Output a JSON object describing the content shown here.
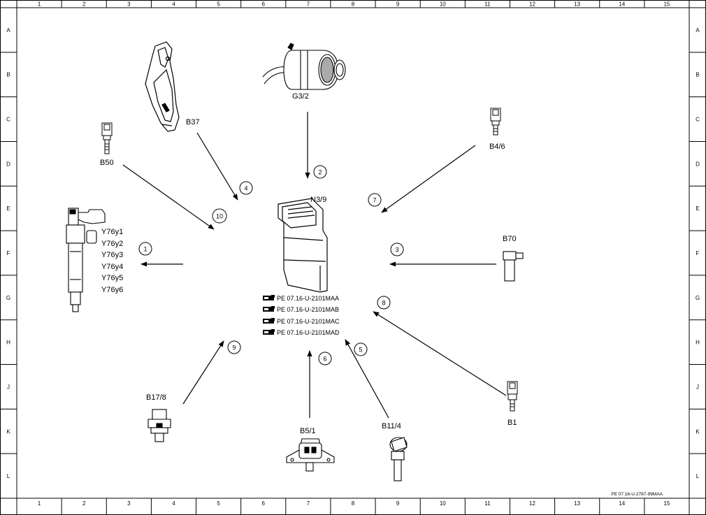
{
  "frame": {
    "columns": [
      "1",
      "2",
      "3",
      "4",
      "5",
      "6",
      "7",
      "8",
      "9",
      "10",
      "11",
      "12",
      "13",
      "14",
      "15"
    ],
    "rows": [
      "A",
      "B",
      "C",
      "D",
      "E",
      "F",
      "G",
      "H",
      "J",
      "K",
      "L"
    ],
    "doc_number": "PE 07.16-U-2767-99MAA"
  },
  "control_unit": {
    "label": "N3/9"
  },
  "references": [
    "PE 07.16-U-2101MAA",
    "PE 07.16-U-2101MAB",
    "PE 07.16-U-2101MAC",
    "PE 07.16-U-2101MAD"
  ],
  "injectors": [
    "Y76y1",
    "Y76y2",
    "Y76y3",
    "Y76y4",
    "Y76y5",
    "Y76y6"
  ],
  "components": {
    "g3_2": "G3/2",
    "b37": "B37",
    "b50": "B50",
    "b4_6": "B4/6",
    "b70": "B70",
    "b1": "B1",
    "b17_8": "B17/8",
    "b5_1": "B5/1",
    "b11_4": "B11/4"
  },
  "callouts": {
    "c1": "1",
    "c2": "2",
    "c3": "3",
    "c4": "4",
    "c5": "5",
    "c6": "6",
    "c7": "7",
    "c8": "8",
    "c9": "9",
    "c10": "10"
  },
  "icons": [
    "hand-pointer-icon"
  ]
}
